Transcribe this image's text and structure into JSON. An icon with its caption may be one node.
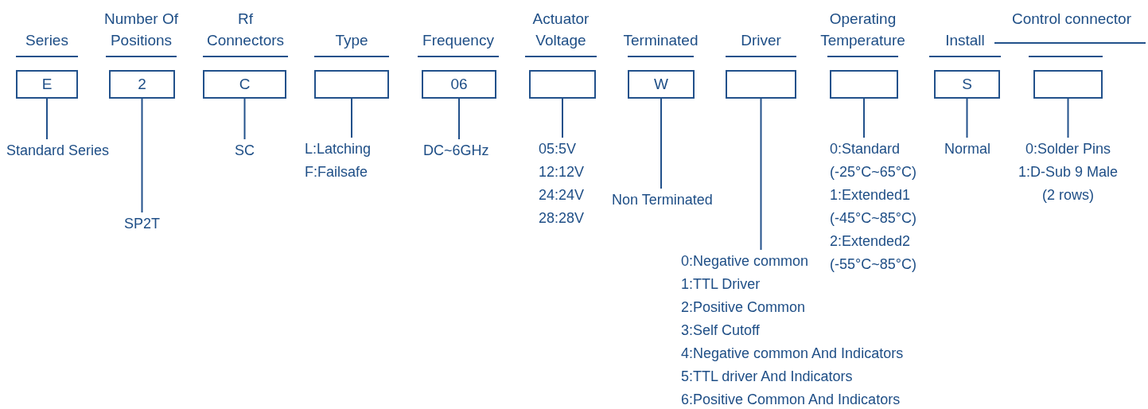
{
  "diagram": {
    "nodes": [
      {
        "text": [
          "E"
        ],
        "beside": [
          "Series"
        ]
      },
      {
        "text": [
          "Standard Series"
        ]
      },
      {
        "text": [
          "2"
        ],
        "beside": [
          "Number Of Positions"
        ]
      },
      {
        "text": [
          "SP2T"
        ]
      },
      {
        "text": [
          "C"
        ],
        "beside": [
          "Rf Connectors"
        ]
      },
      {
        "text": [
          "SC"
        ]
      },
      {
        "text": [],
        "shape": "box",
        "beside": [
          "Type"
        ]
      },
      {
        "text": [
          "L:Latching",
          "F:Failsafe"
        ]
      },
      {
        "text": [
          "06"
        ],
        "beside": [
          "Frequency"
        ]
      },
      {
        "text": [
          "DC~6GHz"
        ]
      },
      {
        "text": [],
        "shape": "box",
        "beside": [
          "Actuator Voltage"
        ]
      },
      {
        "text": [
          "05:5V",
          "12:12V",
          "24:24V",
          "28:28V"
        ]
      },
      {
        "text": [
          "W"
        ],
        "beside": [
          "Terminated"
        ]
      },
      {
        "text": [
          "Non Terminated"
        ]
      },
      {
        "text": [],
        "shape": "box",
        "beside": [
          "Driver"
        ]
      },
      {
        "text": [
          "0:Negative common",
          "1:TTL Driver",
          "2:Positive Common",
          "3:Self Cutoff",
          "4:Negative common And Indicators",
          "5:TTL driver And Indicators",
          "6:Positive Common And Indicators"
        ]
      },
      {
        "text": [],
        "shape": "box",
        "beside": [
          "Operating Temperature"
        ]
      },
      {
        "text": [
          "0:Standard",
          "(-25°C~65°C)",
          "1:Extended1",
          "(-45°C~85°C)",
          "2:Extended2",
          "(-55°C~85°C)"
        ]
      },
      {
        "text": [
          "S"
        ],
        "beside": [
          "Install"
        ]
      },
      {
        "text": [
          "Normal"
        ]
      },
      {
        "text": [],
        "shape": "box",
        "beside": [
          "Control connector"
        ]
      },
      {
        "text": [
          "0:Solder Pins",
          "1:D-Sub 9 Male",
          "(2 rows)"
        ]
      }
    ],
    "edges": [
      {
        "from": 0,
        "to": 1,
        "arrow": "none"
      },
      {
        "from": 2,
        "to": 3,
        "arrow": "none"
      },
      {
        "from": 4,
        "to": 5,
        "arrow": "none"
      },
      {
        "from": 6,
        "to": 7,
        "arrow": "none"
      },
      {
        "from": 8,
        "to": 9,
        "arrow": "none"
      },
      {
        "from": 10,
        "to": 11,
        "arrow": "none"
      },
      {
        "from": 12,
        "to": 13,
        "arrow": "none"
      },
      {
        "from": 14,
        "to": 15,
        "arrow": "none"
      },
      {
        "from": 16,
        "to": 17,
        "arrow": "none"
      },
      {
        "from": 18,
        "to": 19,
        "arrow": "none"
      },
      {
        "from": 20,
        "to": 21,
        "arrow": "none"
      }
    ]
  }
}
